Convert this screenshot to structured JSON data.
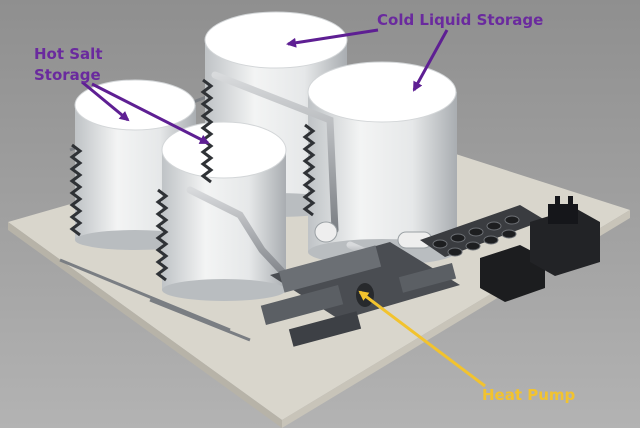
{
  "labels": {
    "hot_salt_storage": "Hot Salt Storage",
    "cold_liquid_storage": "Cold Liquid Storage",
    "heat_pump": "Heat Pump"
  },
  "colors": {
    "background": "#9a9a9a",
    "platform_top": "#d9d6cc",
    "tank_body": "#eceeee",
    "tank_top": "#ffffff",
    "equipment_dark": "#2b2d30",
    "label_purple": "#6a2a9e",
    "label_yellow": "#f2c32e",
    "arrow_purple": "#5e1f93",
    "arrow_yellow": "#f2c32e"
  }
}
